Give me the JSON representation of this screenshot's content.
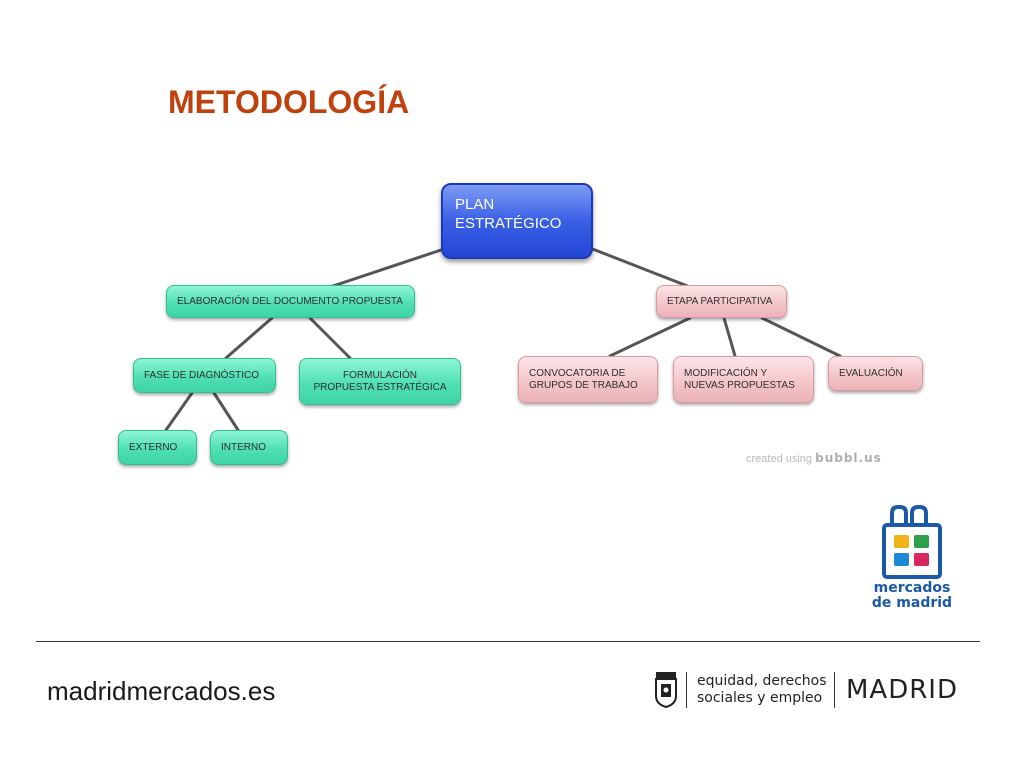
{
  "slide": {
    "title": "METODOLOGÍA",
    "website": "madridmercados.es"
  },
  "diagram": {
    "credit_prefix": "created using",
    "credit_brand": "bubbl.us",
    "nodes": {
      "root": "PLAN\nESTRATÉGICO",
      "elaboracion": "ELABORACIÓN DEL DOCUMENTO PROPUESTA",
      "etapa": "ETAPA PARTICIPATIVA",
      "diagnostico": "FASE DE DIAGNÓSTICO",
      "formulacion": "FORMULACIÓN\nPROPUESTA ESTRATÉGICA",
      "externo": "EXTERNO",
      "interno": "INTERNO",
      "convocatoria": "CONVOCATORIA DE\nGRUPOS DE TRABAJO",
      "modificacion": "MODIFICACIÓN Y\nNUEVAS PROPUESTAS",
      "evaluacion": "EVALUACIÓN"
    },
    "colors": {
      "root": "#2346d6",
      "left_branch": "#4fe0b4",
      "right_branch": "#f3c4c8",
      "connector": "#555555"
    }
  },
  "logo": {
    "line1": "mercados",
    "line2": "de madrid",
    "color": "#1a5aa8"
  },
  "footer": {
    "dept_line1": "equidad, derechos",
    "dept_line2": "sociales y empleo",
    "city": "MADRID"
  },
  "colors": {
    "title": "#c0400e"
  }
}
